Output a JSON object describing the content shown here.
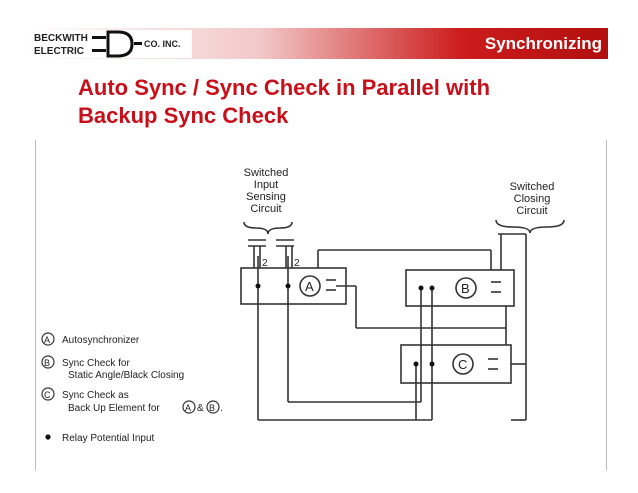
{
  "logo": {
    "line1": "BECKWITH",
    "line2": "ELECTRIC",
    "letter": "D",
    "suffix": "CO. INC."
  },
  "header": {
    "section_title": "Synchronizing"
  },
  "page": {
    "title_line1": "Auto Sync / Sync Check in Parallel with",
    "title_line2": "Backup Sync Check"
  },
  "diagram": {
    "labels": {
      "input_sensing": [
        "Switched",
        "Input",
        "Sensing",
        "Circuit"
      ],
      "closing_circuit": [
        "Switched",
        "Closing",
        "Circuit"
      ],
      "vt_ratio": "2"
    },
    "elements": {
      "a": "A",
      "b": "B",
      "c": "C"
    },
    "legend": {
      "a": "Autosynchronizer",
      "b_line1": "Sync Check for",
      "b_line2": "Static Angle/Black Closing",
      "c_line1": "Sync Check as",
      "c_line2": "Back Up Element for",
      "c_ref_a": "A",
      "c_amp": "&",
      "c_ref_b": "B",
      "c_end": ".",
      "dot": "Relay Potential Input"
    }
  },
  "colors": {
    "accent": "#c8101a",
    "header_red": "#b20f0f",
    "line": "#333333"
  }
}
